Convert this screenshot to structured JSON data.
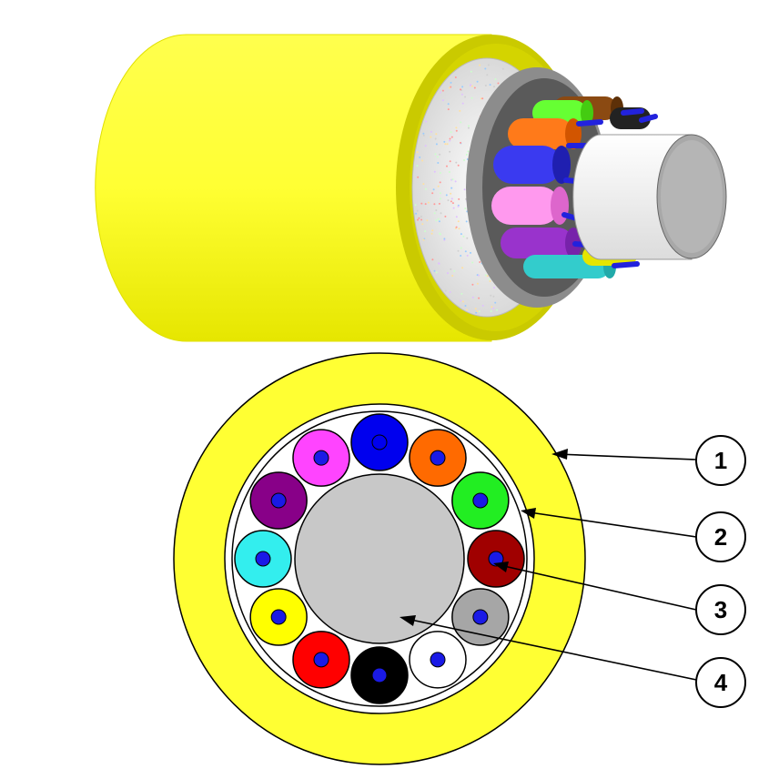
{
  "colors": {
    "jacket_yellow": "#ffff33",
    "jacket_yellow_dark": "#c9c900",
    "yarn_white": "#f2f2f2",
    "center_member_gray": "#c8c8c8",
    "fiber_core_blue": "#1a1ae6"
  },
  "tubes": [
    {
      "name": "blue",
      "color": "#0000ee"
    },
    {
      "name": "orange",
      "color": "#ff6a00"
    },
    {
      "name": "green",
      "color": "#22ee22"
    },
    {
      "name": "brown",
      "color": "#a00000"
    },
    {
      "name": "slate",
      "color": "#a6a6a6"
    },
    {
      "name": "white",
      "color": "#ffffff"
    },
    {
      "name": "black",
      "color": "#000000"
    },
    {
      "name": "red",
      "color": "#ff0000"
    },
    {
      "name": "yellow",
      "color": "#ffff00"
    },
    {
      "name": "aqua",
      "color": "#33eeee"
    },
    {
      "name": "violet",
      "color": "#880088"
    },
    {
      "name": "rose",
      "color": "#ff44ff"
    }
  ],
  "callouts": [
    {
      "id": "1",
      "label": "1"
    },
    {
      "id": "2",
      "label": "2"
    },
    {
      "id": "3",
      "label": "3"
    },
    {
      "id": "4",
      "label": "4"
    }
  ]
}
